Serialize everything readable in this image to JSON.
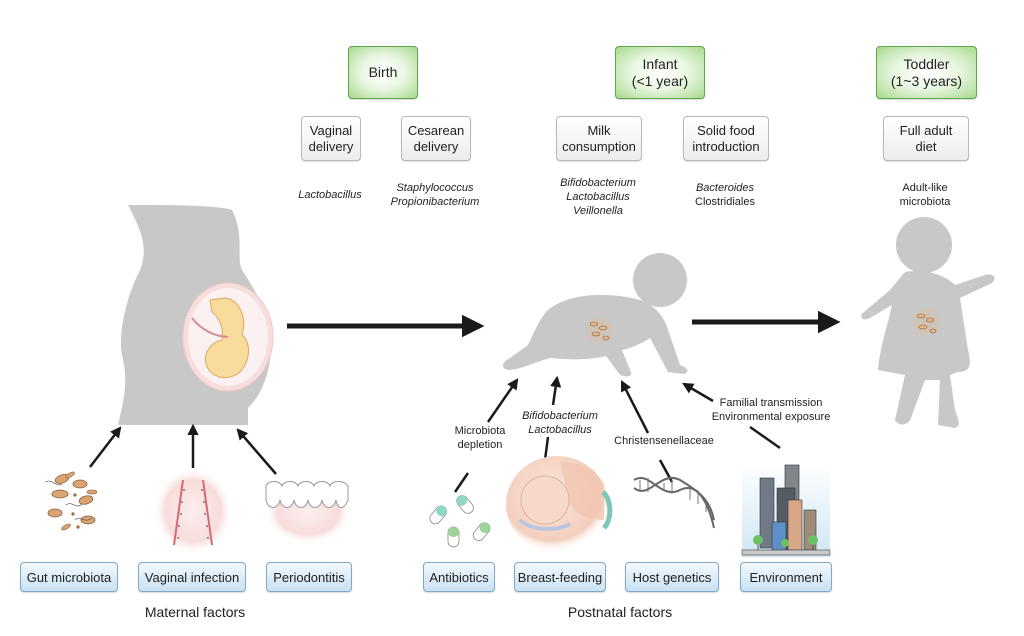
{
  "stages": [
    {
      "id": "birth",
      "label": "Birth"
    },
    {
      "id": "infant",
      "label": "Infant",
      "sublabel": "(<1 year)"
    },
    {
      "id": "toddler",
      "label": "Toddler",
      "sublabel": "(1~3 years)"
    }
  ],
  "conditions": [
    {
      "id": "vaginal-delivery",
      "line1": "Vaginal",
      "line2": "delivery",
      "taxa": [
        "Lactobacillus"
      ],
      "taxa_italic": true
    },
    {
      "id": "cesarean-delivery",
      "line1": "Cesarean",
      "line2": "delivery",
      "taxa": [
        "Staphylococcus",
        "Propionibacterium"
      ],
      "taxa_italic": true
    },
    {
      "id": "milk-consumption",
      "line1": "Milk",
      "line2": "consumption",
      "taxa": [
        "Bifidobacterium",
        "Lactobacillus",
        "Veillonella"
      ],
      "taxa_italic": true
    },
    {
      "id": "solid-food-introduction",
      "line1": "Solid food",
      "line2": "introduction",
      "taxa": [
        "Bacteroides",
        "Clostridiales"
      ],
      "taxa_italic_first_only": true
    },
    {
      "id": "full-adult-diet",
      "line1": "Full adult",
      "line2": "diet",
      "taxa": [
        "Adult-like",
        "microbiota"
      ],
      "taxa_italic": false
    }
  ],
  "maternal_factors": {
    "group_label": "Maternal factors",
    "items": [
      {
        "id": "gut-microbiota",
        "label": "Gut microbiota",
        "icon": "bacteria-cluster-icon"
      },
      {
        "id": "vaginal-infection",
        "label": "Vaginal infection",
        "icon": "vaginal-tissue-icon"
      },
      {
        "id": "periodontitis",
        "label": "Periodontitis",
        "icon": "teeth-gums-icon"
      }
    ]
  },
  "postnatal_factors": {
    "group_label": "Postnatal factors",
    "items": [
      {
        "id": "antibiotics",
        "label": "Antibiotics",
        "icon": "pill-capsules-icon",
        "note": [
          "Microbiota",
          "depletion"
        ],
        "note_italic": false
      },
      {
        "id": "breast-feeding",
        "label": "Breast-feeding",
        "icon": "breastfeeding-baby-icon",
        "note": [
          "Bifidobacterium",
          "Lactobacillus"
        ],
        "note_italic": true
      },
      {
        "id": "host-genetics",
        "label": "Host genetics",
        "icon": "dna-helix-icon",
        "note": [
          "Christensenellaceae"
        ],
        "note_italic": false
      },
      {
        "id": "environment",
        "label": "Environment",
        "icon": "city-buildings-icon",
        "note": [
          "Familial transmission",
          "Environmental exposure"
        ],
        "note_italic": false
      }
    ]
  },
  "colors": {
    "silhouette": "#c8c8c8",
    "stage_green": "#a8d98e",
    "factor_blue": "#c9e1f2",
    "arrow": "#1a1a1a",
    "womb_pink": "#f6d3d3",
    "fetus_skin": "#f9dc9c",
    "bacteria": "#c9935f"
  }
}
